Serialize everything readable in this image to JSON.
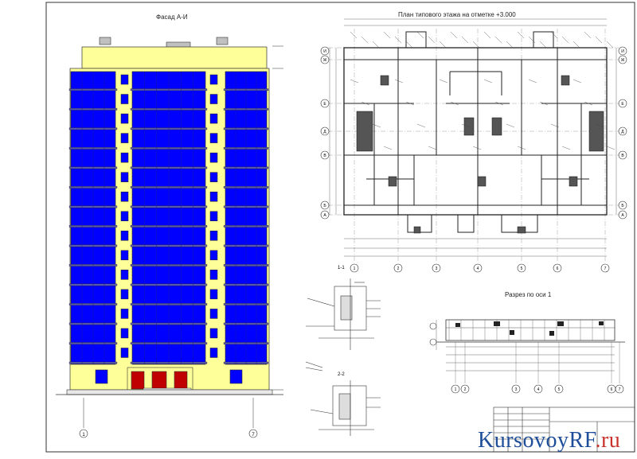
{
  "facade": {
    "title": "Фасад А-И",
    "colors": {
      "wall": "#ffff99",
      "glass": "#0000ff",
      "door": "#c00000",
      "base": "#e8e8e8",
      "roof": "#c0c0c0"
    },
    "floors": 15
  },
  "plan": {
    "title": "План типового этажа на отметке +3.000",
    "row_axes": [
      "И",
      "Ж",
      "Е",
      "Д",
      "В",
      "Б",
      "А"
    ],
    "col_axes": [
      "1",
      "2",
      "3",
      "4",
      "5",
      "6",
      "7"
    ]
  },
  "section": {
    "title": "Разрез по оси 1",
    "axes": [
      "1",
      "2",
      "3",
      "4",
      "5",
      "6",
      "7"
    ]
  },
  "details": {
    "node1": "1-1",
    "node2": "2-2"
  },
  "facade_axes": {
    "left": "1",
    "right": "7"
  },
  "watermark": {
    "main": "KursovoyRF",
    "suffix": ".ru"
  },
  "icons": {
    "axis_marker": "axis-circle-icon",
    "hatch": "hatch-pattern"
  }
}
